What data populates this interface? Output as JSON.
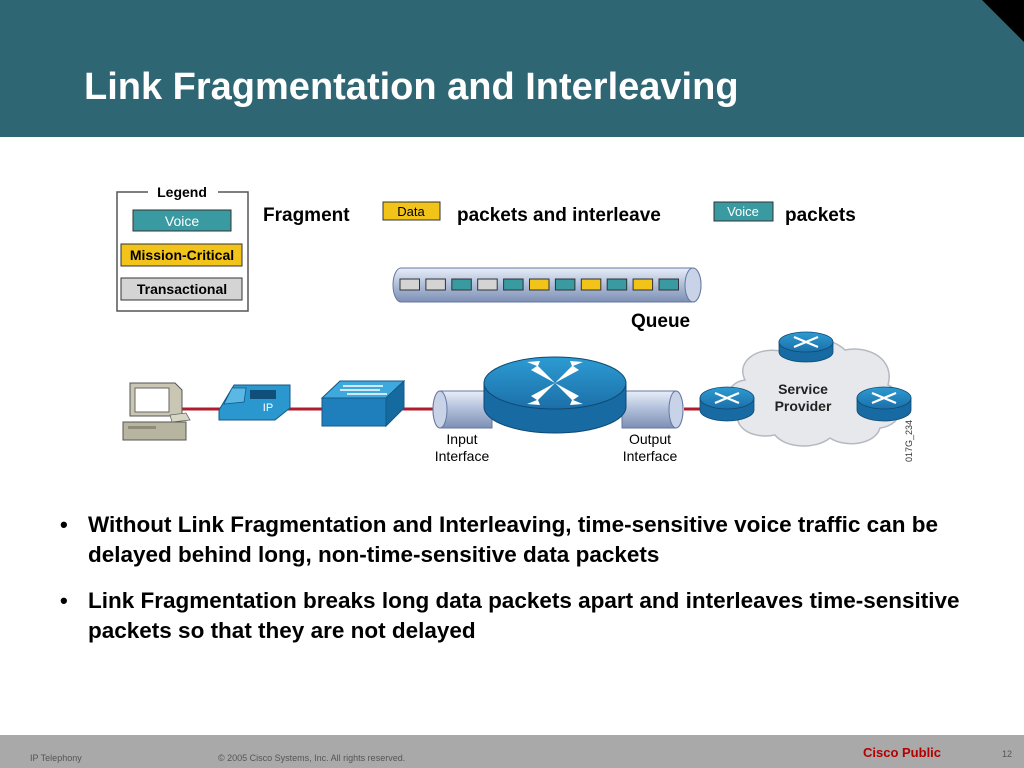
{
  "slide": {
    "title": "Link Fragmentation and Interleaving",
    "brand_color": "#2e6673"
  },
  "legend": {
    "title": "Legend",
    "items": [
      {
        "label": "Voice",
        "color": "#3a9aa1"
      },
      {
        "label": "Mission-Critical",
        "color": "#f2c318"
      },
      {
        "label": "Transactional",
        "color": "#d4d4d4"
      }
    ]
  },
  "caption": {
    "prefix": "Fragment",
    "data_tag": "Data",
    "middle": "packets and interleave",
    "voice_tag": "Voice",
    "suffix": "packets"
  },
  "queue": {
    "label": "Queue",
    "packets": [
      "transactional",
      "transactional",
      "voice",
      "transactional",
      "voice",
      "data",
      "voice",
      "data",
      "voice",
      "data",
      "voice"
    ]
  },
  "network": {
    "input_interface": [
      "Input",
      "Interface"
    ],
    "output_interface": [
      "Output",
      "Interface"
    ],
    "provider": [
      "Service",
      "Provider"
    ],
    "phone_label": "IP",
    "figure_code": "017G_234"
  },
  "bullets": [
    "Without Link Fragmentation and Interleaving, time-sensitive voice traffic can be delayed behind long, non-time-sensitive data packets",
    "Link Fragmentation breaks long data packets apart and interleaves time-sensitive packets so that they are not delayed"
  ],
  "footer": {
    "left": "IP Telephony",
    "copyright": "© 2005 Cisco Systems, Inc. All rights reserved.",
    "classification": "Cisco Public",
    "page": "12"
  }
}
